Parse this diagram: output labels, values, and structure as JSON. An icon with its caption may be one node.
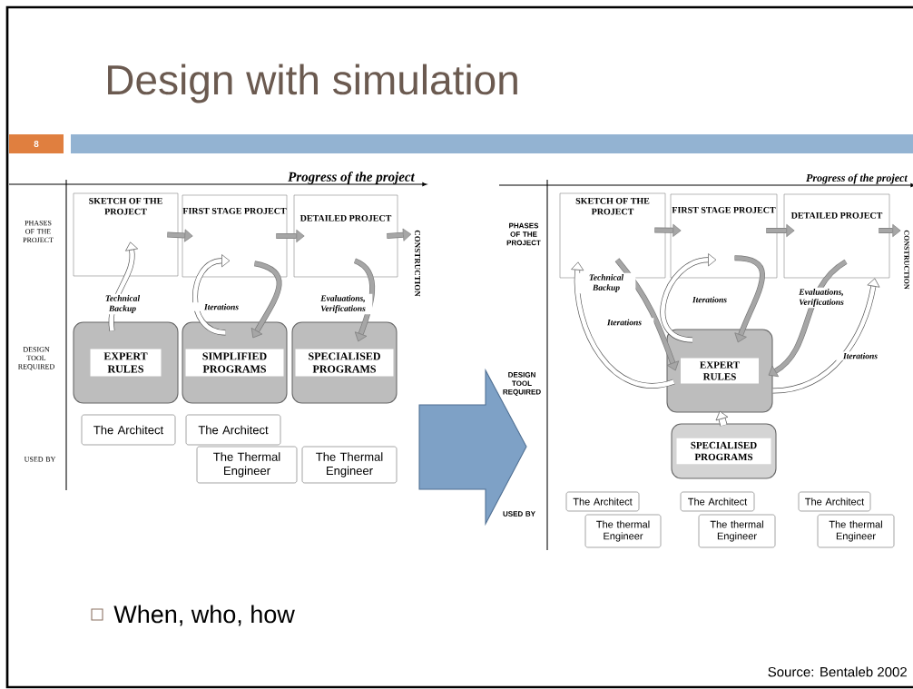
{
  "diagram": {
    "title": "Design with simulation",
    "nodes": [
      {
        "text": [
          "SKETCH OF THE PROJECT"
        ]
      },
      {
        "text": [
          "FIRST STAGE PROJECT"
        ]
      },
      {
        "text": [
          "DETAILED PROJECT"
        ]
      },
      {
        "text": [
          "CONSTRUCTION"
        ]
      },
      {
        "text": [
          "EXPERT RULES"
        ]
      },
      {
        "text": [
          "SIMPLIFIED PROGRAMS"
        ]
      },
      {
        "text": [
          "SPECIALISED PROGRAMS"
        ]
      },
      {
        "text": [
          "The Architect"
        ]
      },
      {
        "text": [
          "The Architect"
        ]
      },
      {
        "text": [
          "The Thermal Engineer"
        ]
      },
      {
        "text": [
          "The Thermal Engineer"
        ]
      },
      {
        "text": [
          "SKETCH OF THE PROJECT"
        ]
      },
      {
        "text": [
          "FIRST STAGE PROJECT"
        ]
      },
      {
        "text": [
          "DETAILED PROJECT"
        ]
      },
      {
        "text": [
          "CONSTRUCTION"
        ]
      },
      {
        "text": [
          "EXPERT RULES"
        ]
      },
      {
        "text": [
          "SPECIALISED PROGRAMS"
        ]
      },
      {
        "text": [
          "The Architect"
        ]
      },
      {
        "text": [
          "The thermal Engineer"
        ]
      },
      {
        "text": [
          "The Architect"
        ]
      },
      {
        "text": [
          "The thermal Engineer"
        ]
      },
      {
        "text": [
          "The Architect"
        ]
      },
      {
        "text": [
          "The thermal Engineer"
        ]
      }
    ],
    "edges": [
      {
        "from": 0,
        "to": 1,
        "arrow": "to"
      },
      {
        "from": 1,
        "to": 2,
        "arrow": "to"
      },
      {
        "from": 2,
        "to": 3,
        "arrow": "to"
      },
      {
        "from": 4,
        "to": 0,
        "arrow": "to",
        "label": "Technical Backup",
        "color": "#555555"
      },
      {
        "from": 1,
        "to": 5,
        "arrow": "to"
      },
      {
        "from": 5,
        "to": 1,
        "arrow": "to",
        "label": "Iterations",
        "color": "#555555"
      },
      {
        "from": 2,
        "to": 6,
        "arrow": "to",
        "label": "Evaluations, Verifications"
      },
      {
        "from": 11,
        "to": 12,
        "arrow": "to"
      },
      {
        "from": 12,
        "to": 13,
        "arrow": "to"
      },
      {
        "from": 13,
        "to": 14,
        "arrow": "to"
      },
      {
        "from": 15,
        "to": 11,
        "arrow": "to",
        "label": "Technical Backup",
        "color": "#555555"
      },
      {
        "from": 11,
        "to": 15,
        "arrow": "to",
        "label": "Iterations"
      },
      {
        "from": 12,
        "to": 15,
        "arrow": "to",
        "label": "Iterations"
      },
      {
        "from": 15,
        "to": 12,
        "arrow": "to",
        "color": "#555555"
      },
      {
        "from": 13,
        "to": 15,
        "arrow": "to",
        "label": "Evaluations, Verifications"
      },
      {
        "from": 15,
        "to": 13,
        "arrow": "to",
        "label": "Iterations",
        "color": "#555555"
      },
      {
        "from": 16,
        "to": 15,
        "arrow": "to",
        "color": "#555555"
      }
    ],
    "labels": [
      "8",
      "Progress of the project",
      "Progress of the project",
      "PHASES OF THE PROJECT",
      "PHASES OF THE PROJECT",
      "DESIGN TOOL REQUIRED",
      "DESIGN TOOL REQUIRED",
      "USED BY",
      "USED BY",
      "When, who, how",
      "Source: Bentaleb 2002"
    ]
  }
}
